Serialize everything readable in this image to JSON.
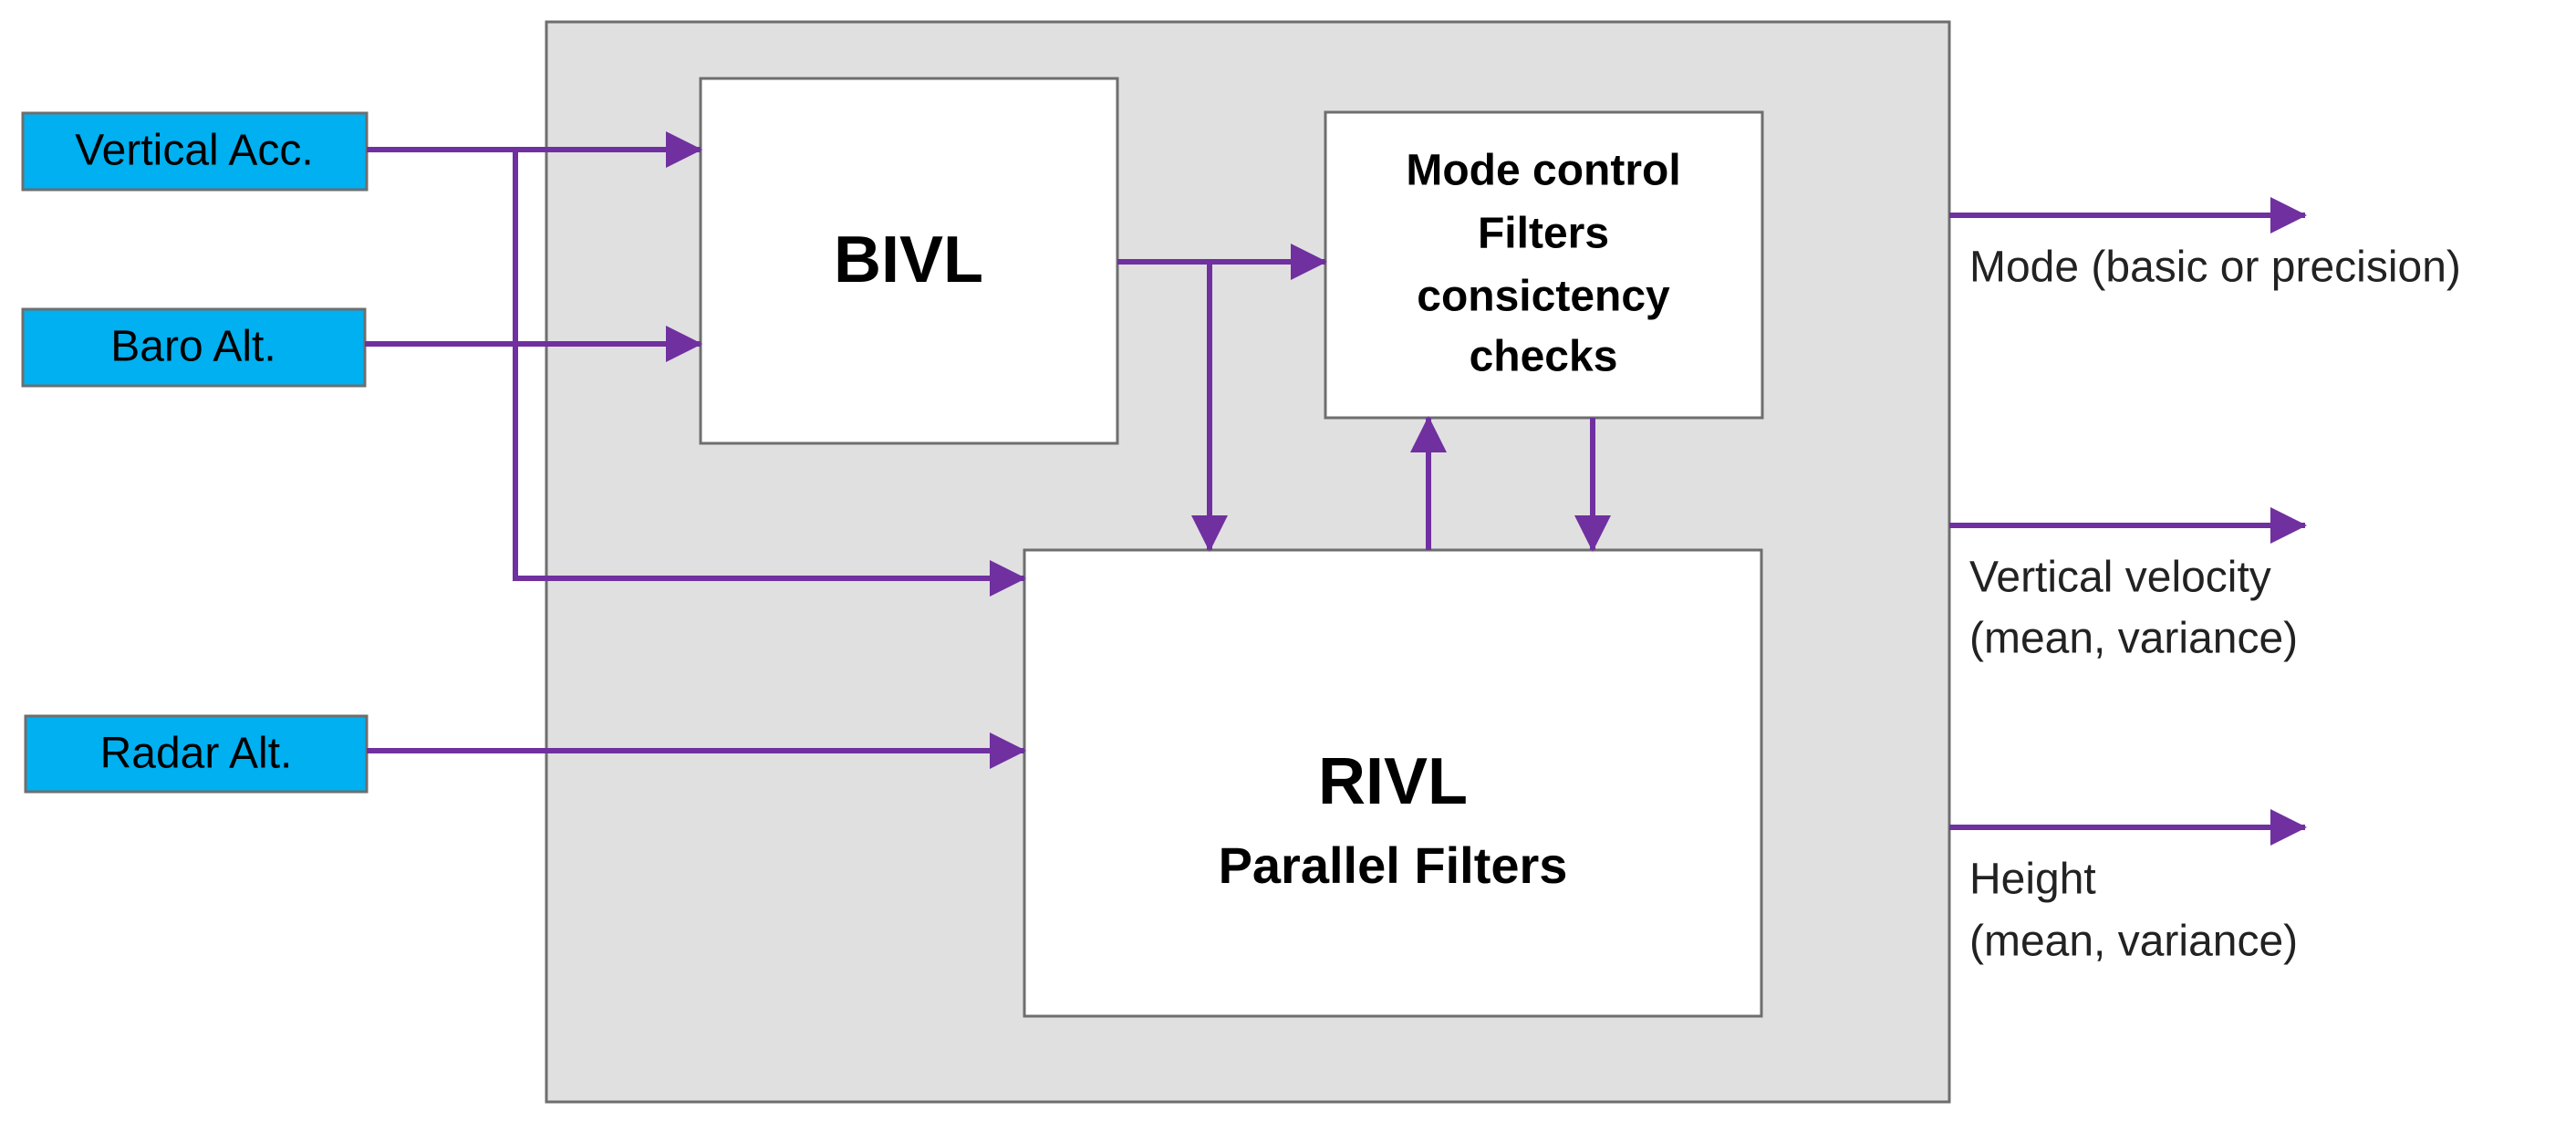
{
  "colors": {
    "arrow": "#7030a0",
    "input_fill": "#00b0f0",
    "container_fill": "#e0e0e0",
    "block_fill": "#ffffff",
    "border": "#6e6e6e"
  },
  "inputs": [
    {
      "id": "vertical_acc",
      "label": "Vertical Acc."
    },
    {
      "id": "baro_alt",
      "label": "Baro Alt."
    },
    {
      "id": "radar_alt",
      "label": "Radar Alt."
    }
  ],
  "blocks": {
    "bivl": {
      "title": "BIVL"
    },
    "mode_control": {
      "lines": [
        "Mode control",
        "Filters",
        "consictency",
        "checks"
      ]
    },
    "rivl": {
      "title": "RIVL",
      "subtitle": "Parallel Filters"
    }
  },
  "outputs": [
    {
      "id": "mode",
      "lines": [
        "Mode (basic or precision)"
      ]
    },
    {
      "id": "vertical_velocity",
      "lines": [
        "Vertical velocity",
        "(mean, variance)"
      ]
    },
    {
      "id": "height",
      "lines": [
        "Height",
        "(mean, variance)"
      ]
    }
  ]
}
